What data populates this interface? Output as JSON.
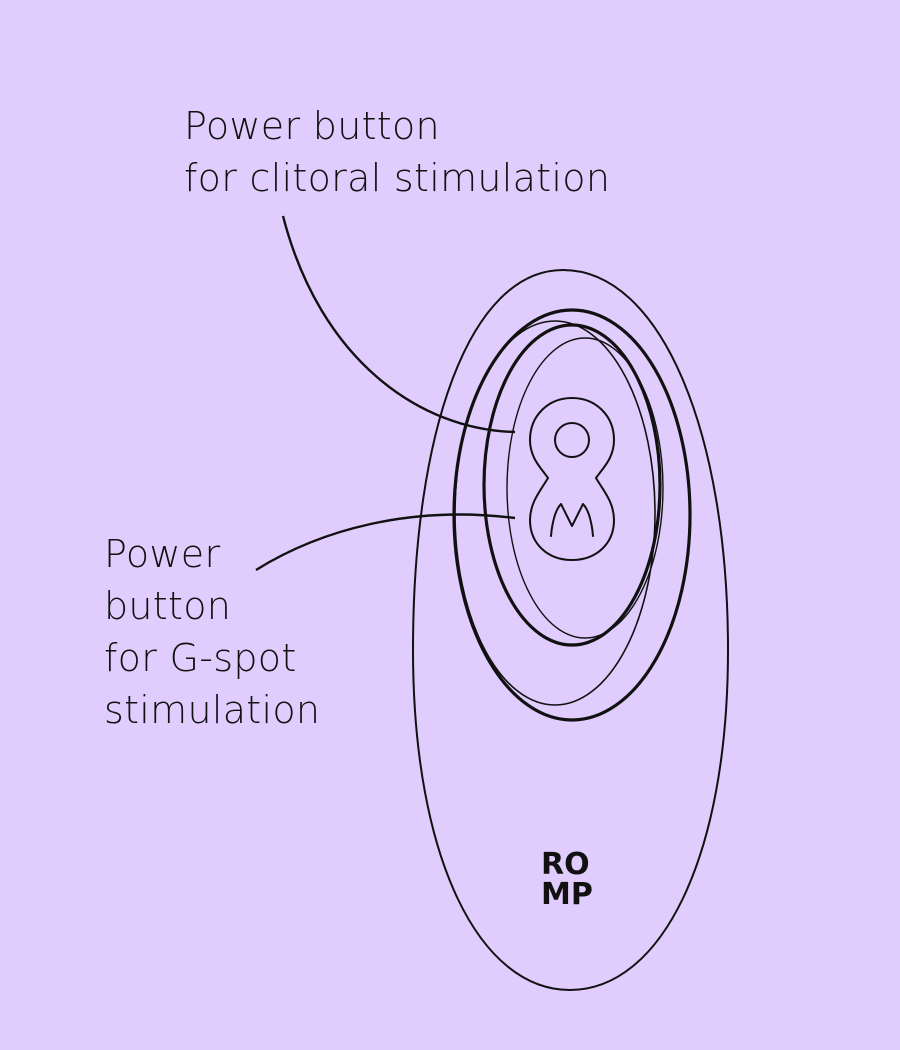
{
  "colors": {
    "background": "#e0cdfd",
    "ink": "#111111"
  },
  "labels": {
    "clitoral": {
      "line1": "Power button",
      "line2": "for clitoral stimulation"
    },
    "gspot": {
      "line1": "Power",
      "line2": "button",
      "line3": "for G-spot",
      "line4": "stimulation"
    }
  },
  "logo": {
    "line1": "RO",
    "line2": "MP"
  },
  "icons": {
    "top_button": "circle-icon",
    "bottom_button": "m-icon"
  }
}
